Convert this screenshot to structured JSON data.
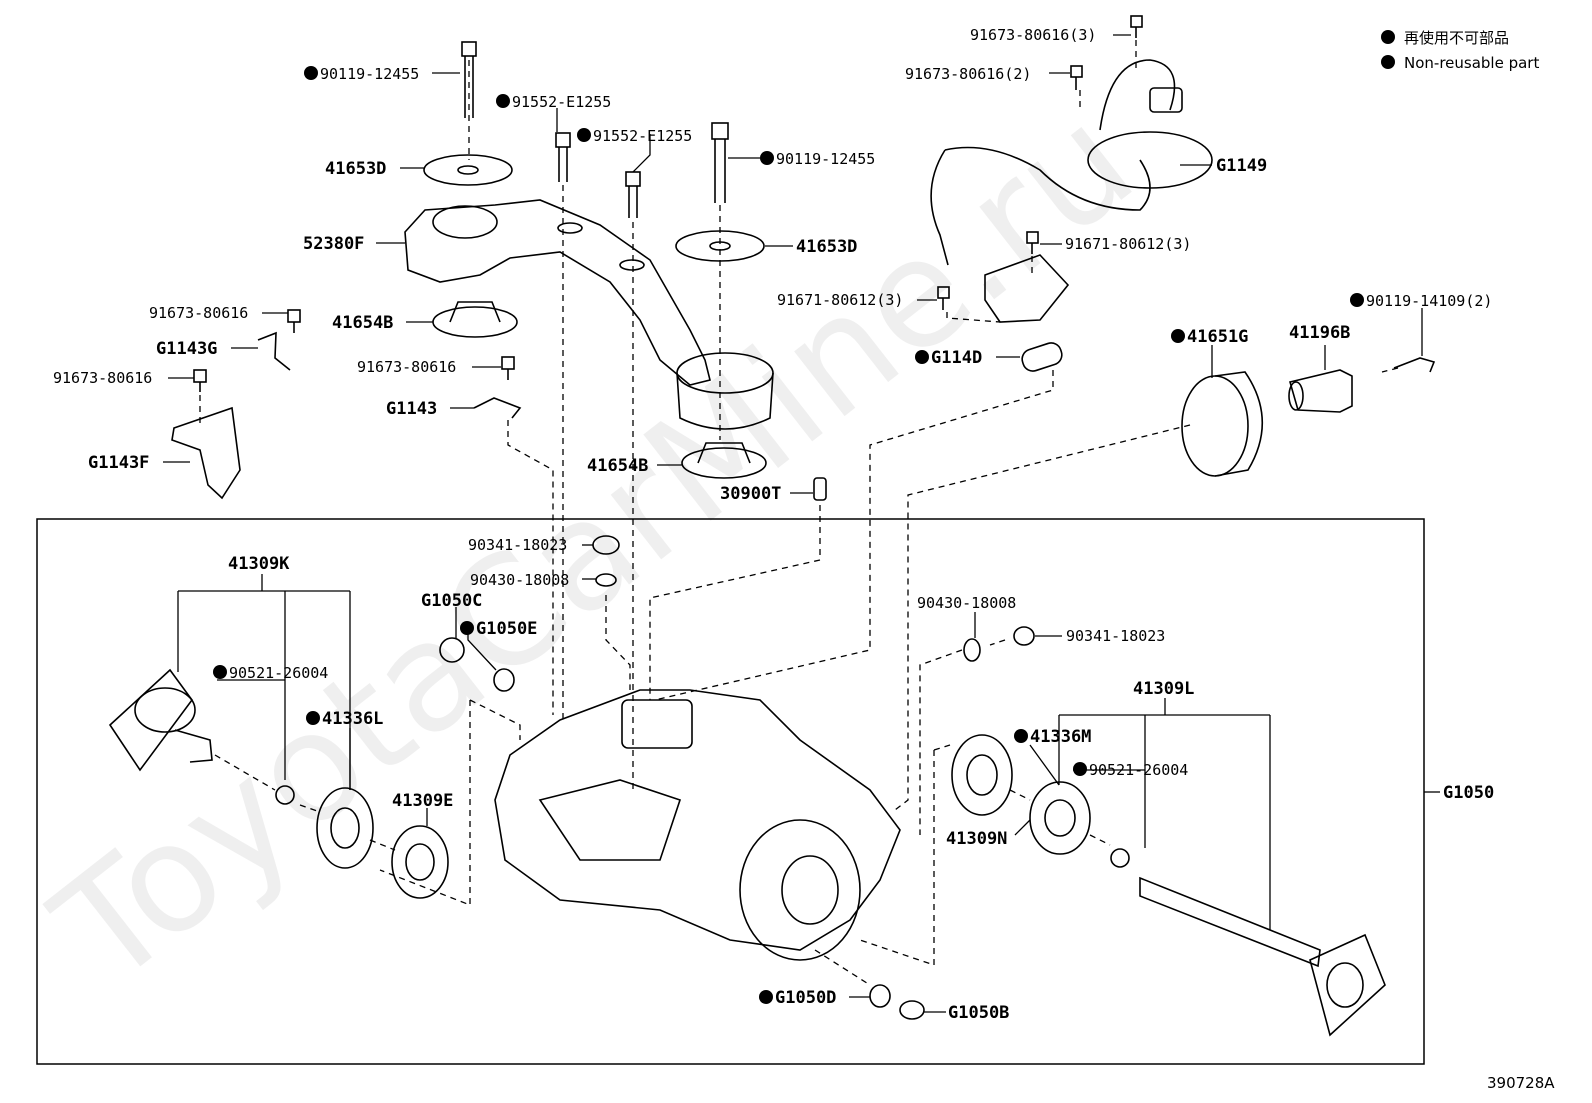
{
  "legend": {
    "line1": "再使用不可部品",
    "line2": "Non-reusable part"
  },
  "watermark": "ToyotaCarMine.ru",
  "diagram_code": "390728A",
  "assembly_label": "G1050",
  "callouts": {
    "c01": {
      "text": "90119-12455",
      "mark": true
    },
    "c02": {
      "text": "91552-E1255",
      "mark": true
    },
    "c03": {
      "text": "91552-E1255",
      "mark": true
    },
    "c04": {
      "text": "90119-12455",
      "mark": true
    },
    "c05": {
      "text": "41653D",
      "mark": false
    },
    "c06": {
      "text": "52380F",
      "mark": false
    },
    "c07": {
      "text": "41653D",
      "mark": false
    },
    "c08": {
      "text": "91673-80616",
      "mark": false
    },
    "c09": {
      "text": "41654B",
      "mark": false
    },
    "c10": {
      "text": "G1143G",
      "mark": false
    },
    "c11": {
      "text": "91673-80616",
      "mark": false
    },
    "c12": {
      "text": "91673-80616",
      "mark": false
    },
    "c13": {
      "text": "G1143",
      "mark": false
    },
    "c14": {
      "text": "G1143F",
      "mark": false
    },
    "c15": {
      "text": "41654B",
      "mark": false
    },
    "c16": {
      "text": "30900T",
      "mark": false
    },
    "c17": {
      "text": "91673-80616(3)",
      "mark": false
    },
    "c18": {
      "text": "91673-80616(2)",
      "mark": false
    },
    "c19": {
      "text": "G1149",
      "mark": false
    },
    "c20": {
      "text": "91671-80612(3)",
      "mark": false
    },
    "c21": {
      "text": "91671-80612(3)",
      "mark": false
    },
    "c22": {
      "text": "G114D",
      "mark": true
    },
    "c23": {
      "text": "90119-14109(2)",
      "mark": true
    },
    "c24": {
      "text": "41651G",
      "mark": true
    },
    "c25": {
      "text": "41196B",
      "mark": false
    },
    "c26": {
      "text": "90341-18023",
      "mark": false
    },
    "c27": {
      "text": "90430-18008",
      "mark": false
    },
    "c28": {
      "text": "G1050C",
      "mark": false
    },
    "c29": {
      "text": "G1050E",
      "mark": true
    },
    "c30": {
      "text": "41309K",
      "mark": false
    },
    "c31": {
      "text": "90521-26004",
      "mark": true
    },
    "c32": {
      "text": "41336L",
      "mark": true
    },
    "c33": {
      "text": "41309E",
      "mark": false
    },
    "c34": {
      "text": "90430-18008",
      "mark": false
    },
    "c35": {
      "text": "90341-18023",
      "mark": false
    },
    "c36": {
      "text": "41309L",
      "mark": false
    },
    "c37": {
      "text": "41336M",
      "mark": true
    },
    "c38": {
      "text": "90521-26004",
      "mark": true
    },
    "c39": {
      "text": "41309N",
      "mark": false
    },
    "c40": {
      "text": "G1050D",
      "mark": true
    },
    "c41": {
      "text": "G1050B",
      "mark": false
    }
  }
}
